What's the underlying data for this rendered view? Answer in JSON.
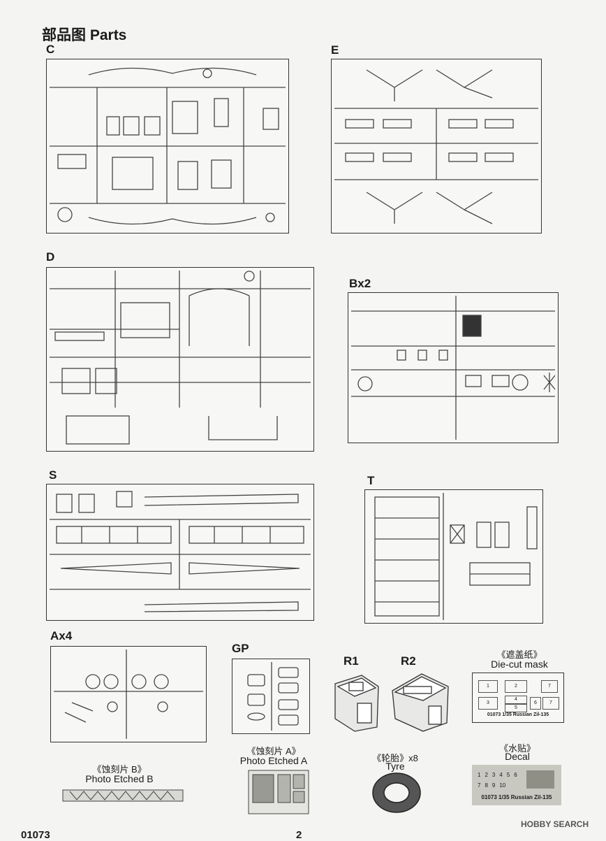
{
  "title": "部品图 Parts",
  "sprues": [
    {
      "id": "C",
      "label": "C"
    },
    {
      "id": "E",
      "label": "E"
    },
    {
      "id": "D",
      "label": "D"
    },
    {
      "id": "B",
      "label": "Bx2"
    },
    {
      "id": "S",
      "label": "S"
    },
    {
      "id": "T",
      "label": "T"
    },
    {
      "id": "A",
      "label": "Ax4"
    },
    {
      "id": "GP",
      "label": "GP"
    }
  ],
  "r1_label": "R1",
  "r2_label": "R2",
  "mask": {
    "cn": "《遮盖纸》",
    "en": "Die-cut mask",
    "caption": "01073 1/35 Russian Zil-135",
    "numbers": [
      "1",
      "2",
      "3",
      "4",
      "5",
      "6",
      "7"
    ]
  },
  "pe_b": {
    "cn": "《蚀刻片 B》",
    "en": "Photo Etched B"
  },
  "pe_a": {
    "cn": "《蚀刻片 A》",
    "en": "Photo Etched A"
  },
  "tyre": {
    "cn": "《轮胎》x8",
    "en": "Tyre"
  },
  "decal": {
    "cn": "《水贴》",
    "en": "Decal",
    "caption": "01073 1/35 Russian Zil-135",
    "numbers": [
      "1",
      "2",
      "3",
      "4",
      "5",
      "6",
      "7",
      "8",
      "9",
      "10"
    ]
  },
  "footer": {
    "code": "01073",
    "page": "2"
  },
  "watermark": "HOBBY SEARCH"
}
